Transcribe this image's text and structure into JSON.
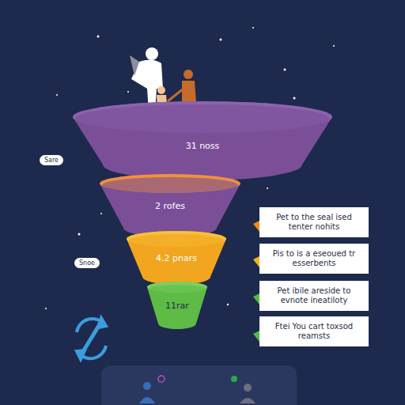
{
  "diagram": {
    "nodes": [
      {
        "text": [
          "31 noss"
        ]
      },
      {
        "text": [
          "2 rofes"
        ]
      },
      {
        "text": [
          "4.2 pnars"
        ]
      },
      {
        "text": [
          "11rar"
        ]
      },
      {
        "text": [
          "Pet to the seal ised tenter nohits"
        ]
      },
      {
        "text": [
          "Pis to is a eseoued tr esserbents"
        ]
      },
      {
        "text": [
          "Pet ibile areside to evnote ineatiloty"
        ]
      },
      {
        "text": [
          "Ftei You cart toxsod reamsts"
        ]
      }
    ],
    "labels": [
      "Sare",
      "Snoe"
    ]
  }
}
